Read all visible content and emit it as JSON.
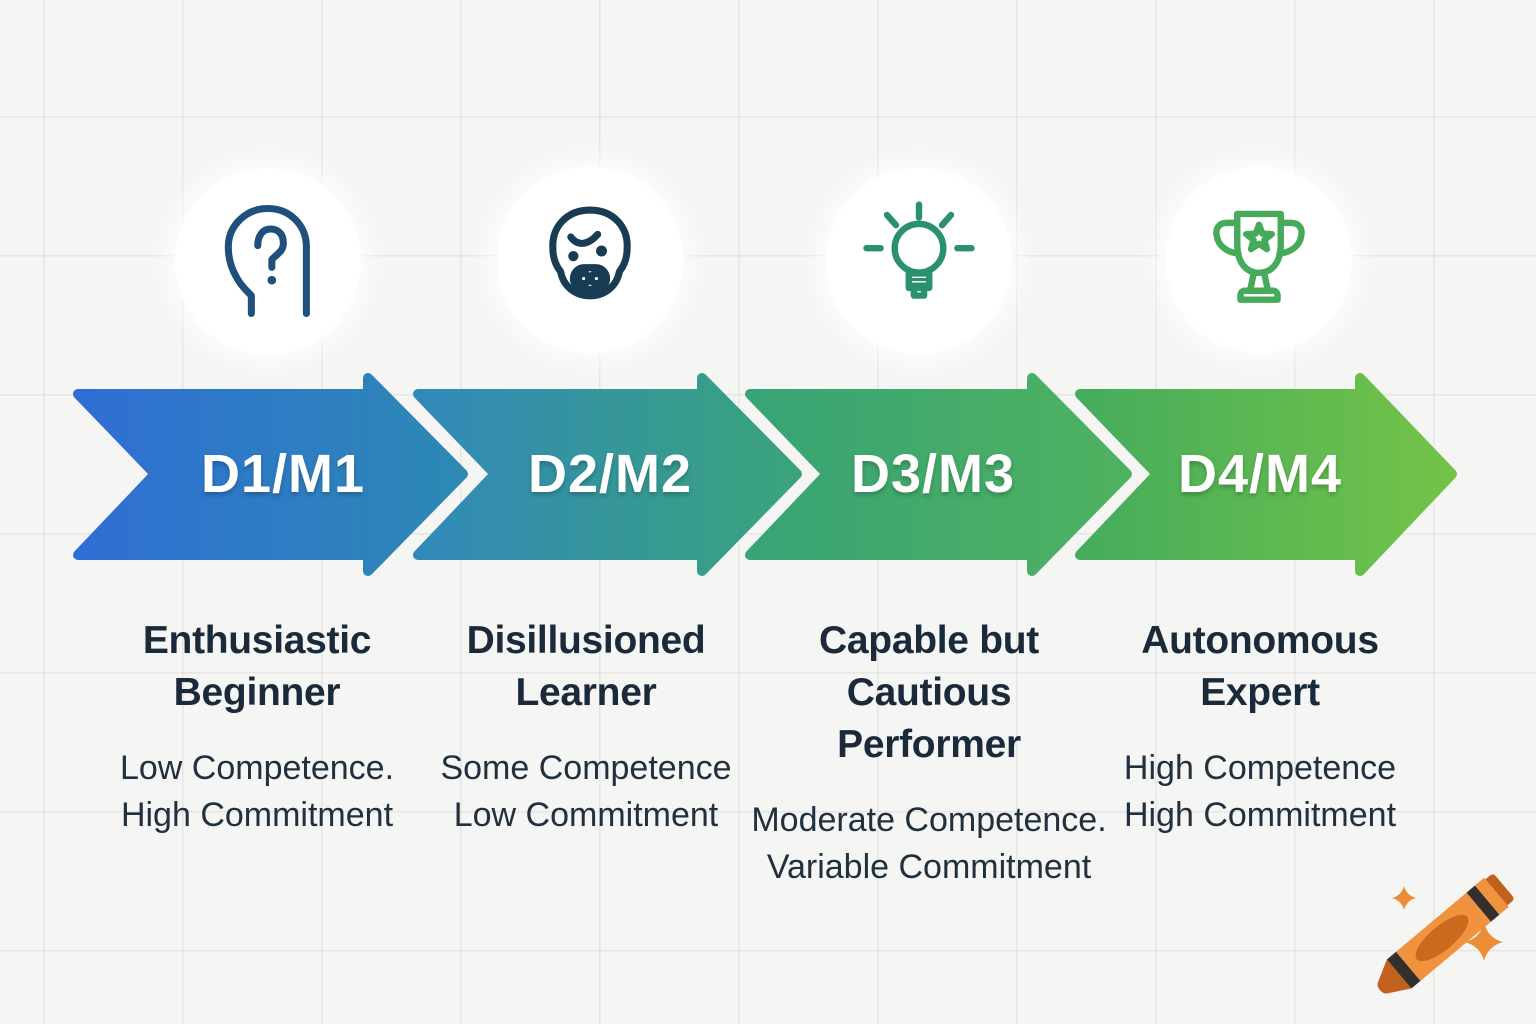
{
  "stages": [
    {
      "arrow_label": "D1/M1",
      "icon": "head-question-icon",
      "title_lines": [
        "Enthusiastic",
        "Beginner"
      ],
      "description_lines": [
        "Low Competence.",
        "High Commitment"
      ],
      "arrow_gradient": {
        "from": "#2f6ed4",
        "to": "#2d89b4"
      },
      "icon_color": "#1e4f7d"
    },
    {
      "arrow_label": "D2/M2",
      "icon": "worried-face-icon",
      "title_lines": [
        "Disillusioned",
        "Learner"
      ],
      "description_lines": [
        "Some Competence",
        "Low Commitment"
      ],
      "arrow_gradient": {
        "from": "#3189ba",
        "to": "#3aa37b"
      },
      "icon_color": "#173c53"
    },
    {
      "arrow_label": "D3/M3",
      "icon": "lightbulb-icon",
      "title_lines": [
        "Capable but",
        "Cautious",
        "Performer"
      ],
      "description_lines": [
        "Moderate Competence.",
        "Variable Commitment"
      ],
      "arrow_gradient": {
        "from": "#38a376",
        "to": "#4fb25f"
      },
      "icon_color": "#2a9070"
    },
    {
      "arrow_label": "D4/M4",
      "icon": "trophy-icon",
      "title_lines": [
        "Autonomous",
        "Expert"
      ],
      "description_lines": [
        "High Competence",
        "High Commitment"
      ],
      "arrow_gradient": {
        "from": "#45ac5d",
        "to": "#73c347"
      },
      "icon_color": "#47aa5a"
    }
  ],
  "watermark": {
    "icon": "crayon-icon",
    "body_color": "#f0923e",
    "stripe_color": "#33302b",
    "tip_color": "#c2611f",
    "label_oval_color": "#c96a1e",
    "sparkle_color": "#ee8d38"
  },
  "canvas": {
    "background_color": "#f5f5f3",
    "grid_line_color": "#e7e7e4",
    "title_color": "#1b2a3a",
    "description_color": "#20303f",
    "arrow_label_color": "#ffffff"
  }
}
